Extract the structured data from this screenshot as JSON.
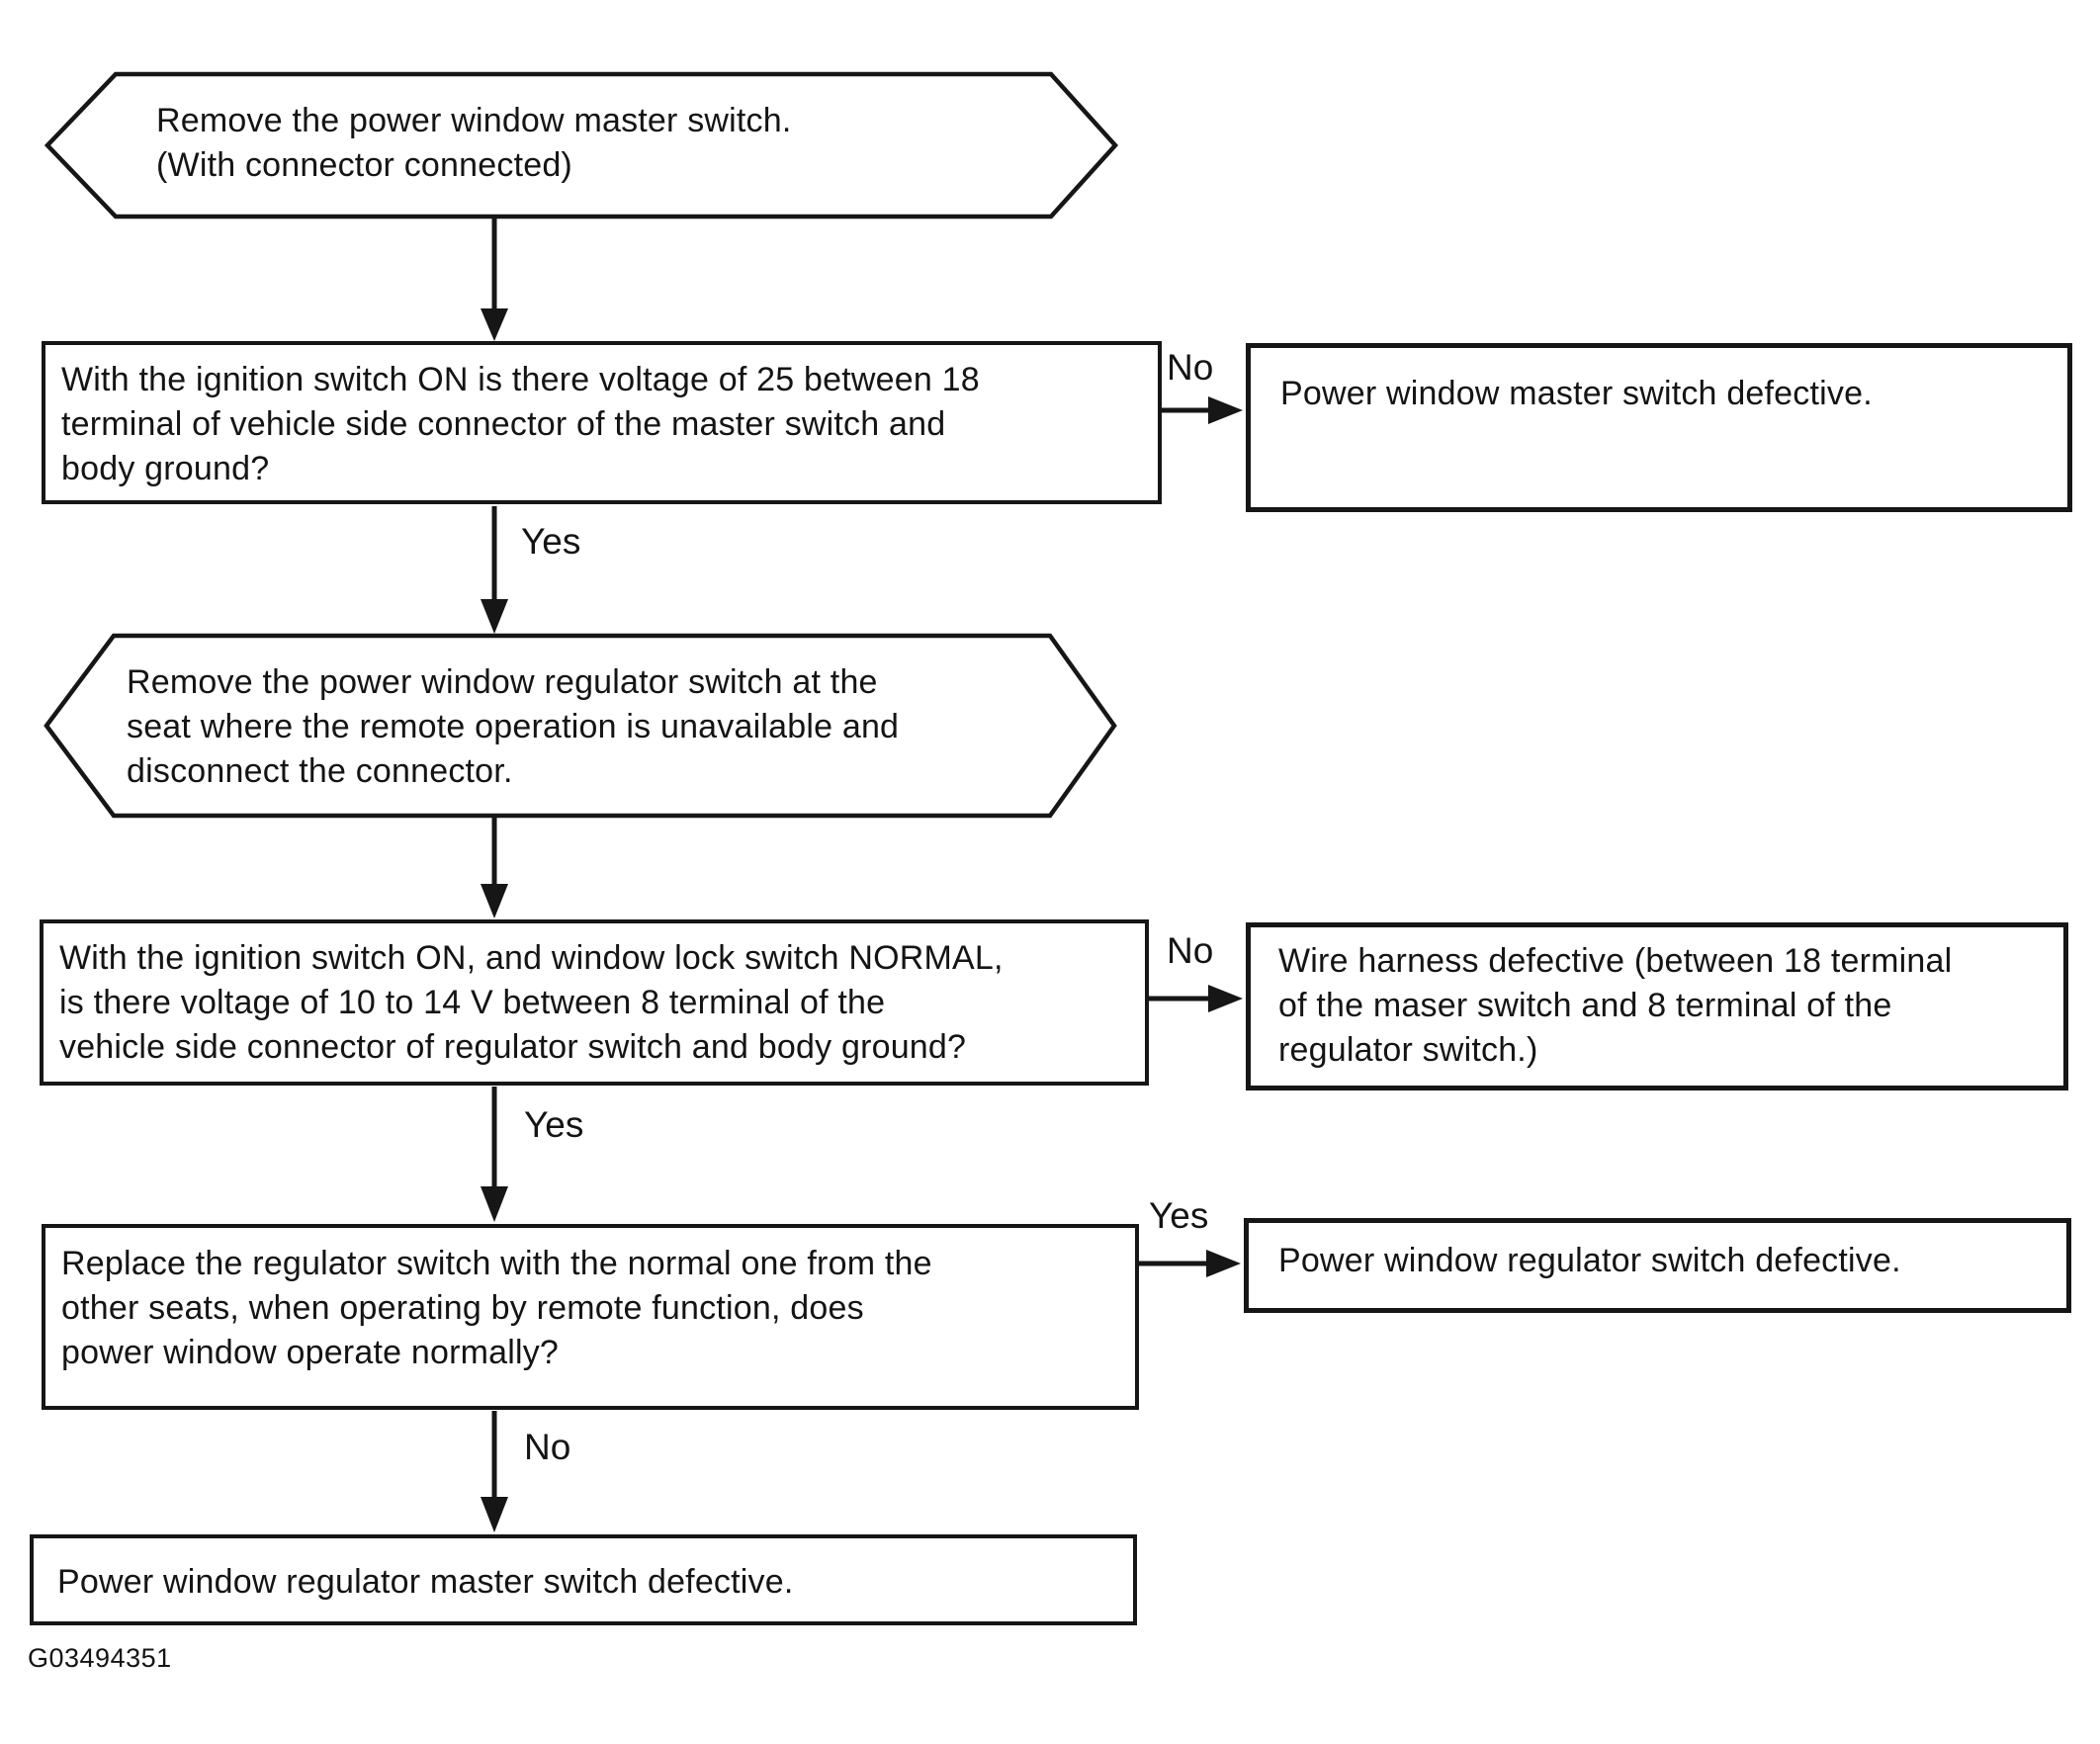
{
  "figure": {
    "id_label": "G03494351"
  },
  "flow": {
    "hex_start": {
      "text": "Remove the power window master switch.\n(With connector connected)"
    },
    "q_master_voltage": {
      "text": "With the ignition switch ON is there voltage of 25 between 18\nterminal of vehicle side connector of the master switch and\nbody ground?"
    },
    "result_master_defective": {
      "text": "Power window master switch defective."
    },
    "hex_regulator": {
      "text": "Remove the power window regulator switch at the\nseat where the remote operation is unavailable and\ndisconnect the connector."
    },
    "q_regulator_voltage": {
      "text": "With the ignition switch ON, and window lock switch NORMAL,\nis there voltage of 10 to 14 V between 8 terminal of the\nvehicle side connector of regulator switch and body ground?"
    },
    "result_wire_harness": {
      "text": "Wire harness defective (between 18 terminal\nof the maser switch and 8 terminal of the\nregulator switch.)"
    },
    "q_replace_switch": {
      "text": "Replace the regulator switch with the normal one from the\nother seats, when operating by remote function, does\npower window operate normally?"
    },
    "result_regulator_defective": {
      "text": "Power window regulator switch defective."
    },
    "result_regulator_master_defective": {
      "text": "Power window regulator master switch defective."
    }
  },
  "edges": {
    "q1_no": {
      "label": "No"
    },
    "q1_yes": {
      "label": "Yes"
    },
    "q2_no": {
      "label": "No"
    },
    "q2_yes": {
      "label": "Yes"
    },
    "q3_yes": {
      "label": "Yes"
    },
    "q3_no": {
      "label": "No"
    }
  },
  "colors": {
    "ink": "#161616",
    "paper": "#ffffff"
  }
}
